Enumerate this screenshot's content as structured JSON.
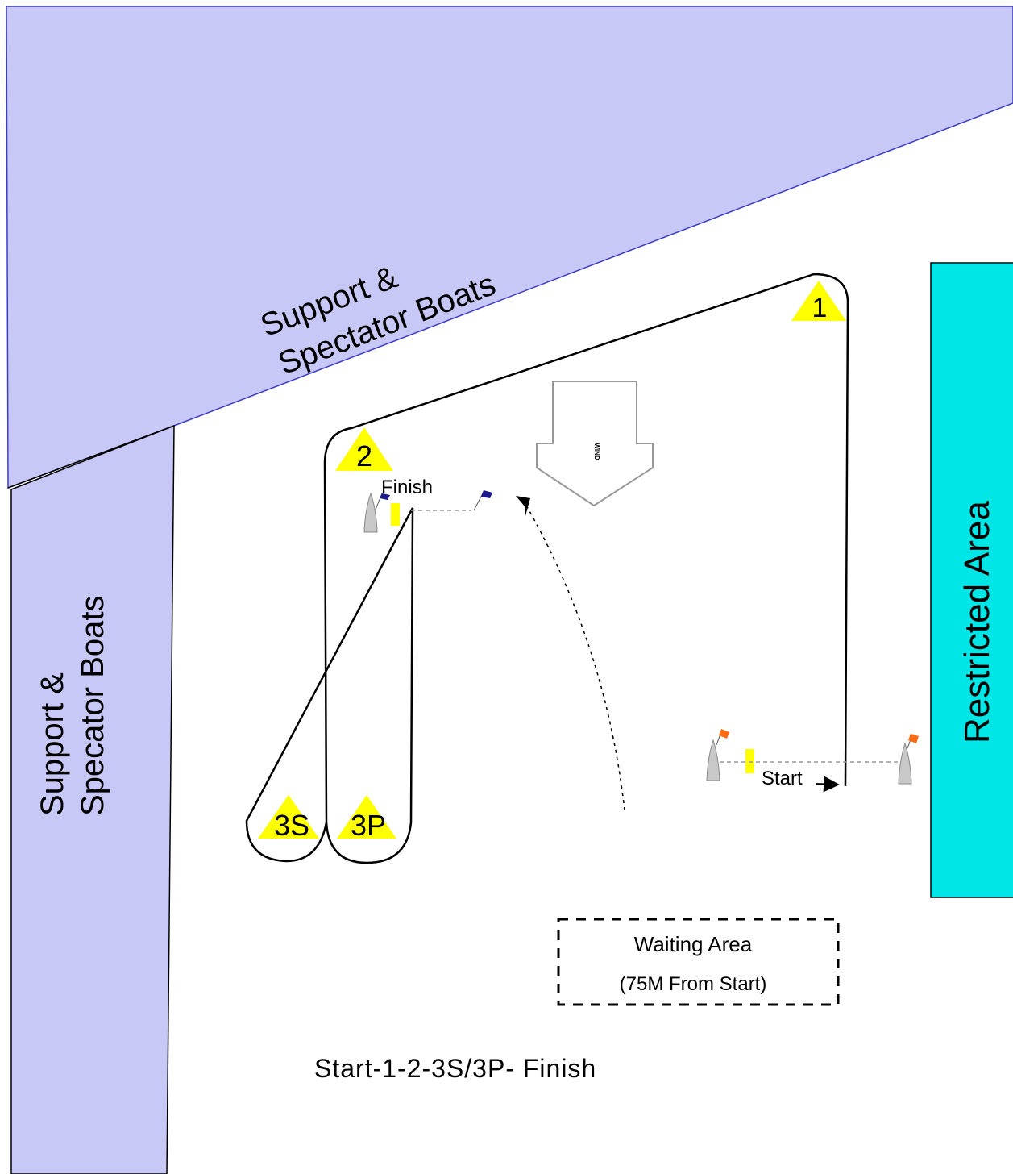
{
  "labels": {
    "support_top_line1": "Support &",
    "support_top_line2": "Spectator Boats",
    "support_left_line1": "Support &",
    "support_left_line2": "Specator Boats",
    "restricted": "Restricted Area",
    "wind": "WIND",
    "finish": "Finish",
    "start": "Start",
    "waiting_line1": "Waiting Area",
    "waiting_line2": "(75M From Start)",
    "course": "Start-1-2-3S/3P- Finish"
  },
  "marks": {
    "mark1": "1",
    "mark2": "2",
    "mark3s": "3S",
    "mark3p": "3P"
  },
  "colors": {
    "spectator_zone": "#c8c8f6",
    "spectator_border": "#3c3cc8",
    "restricted_zone": "#00e5e5",
    "mark": "#ffff00",
    "committee_boat": "#c8c8c8",
    "start_flag": "#ff6a13",
    "finish_flag": "#1a1a8c"
  }
}
